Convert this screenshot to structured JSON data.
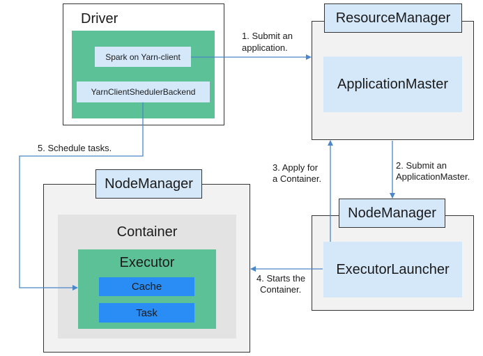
{
  "driver": {
    "title": "Driver",
    "spark_client": "Spark on Yarn-client",
    "scheduler_backend": "YarnClientShedulerBackend"
  },
  "resource_manager": {
    "title": "ResourceManager",
    "app_master": "ApplicationMaster"
  },
  "node_manager_left": {
    "title": "NodeManager",
    "container": "Container",
    "executor": "Executor",
    "cache": "Cache",
    "task": "Task"
  },
  "node_manager_right": {
    "title": "NodeManager",
    "launcher": "ExecutorLauncher"
  },
  "steps": {
    "step1_line1": "1. Submit an",
    "step1_line2": "application.",
    "step2_line1": "2. Submit an",
    "step2_line2": "ApplicationMaster.",
    "step3_line1": "3. Apply for",
    "step3_line2": "a Container.",
    "step4_line1": "4. Starts the",
    "step4_line2": "Container.",
    "step5": "5. Schedule tasks."
  },
  "colors": {
    "arrow": "#4a86c8",
    "green": "#5cc196",
    "light_blue": "#d5e8fa",
    "blue": "#2a8cf5",
    "gray": "#f2f2f2"
  }
}
